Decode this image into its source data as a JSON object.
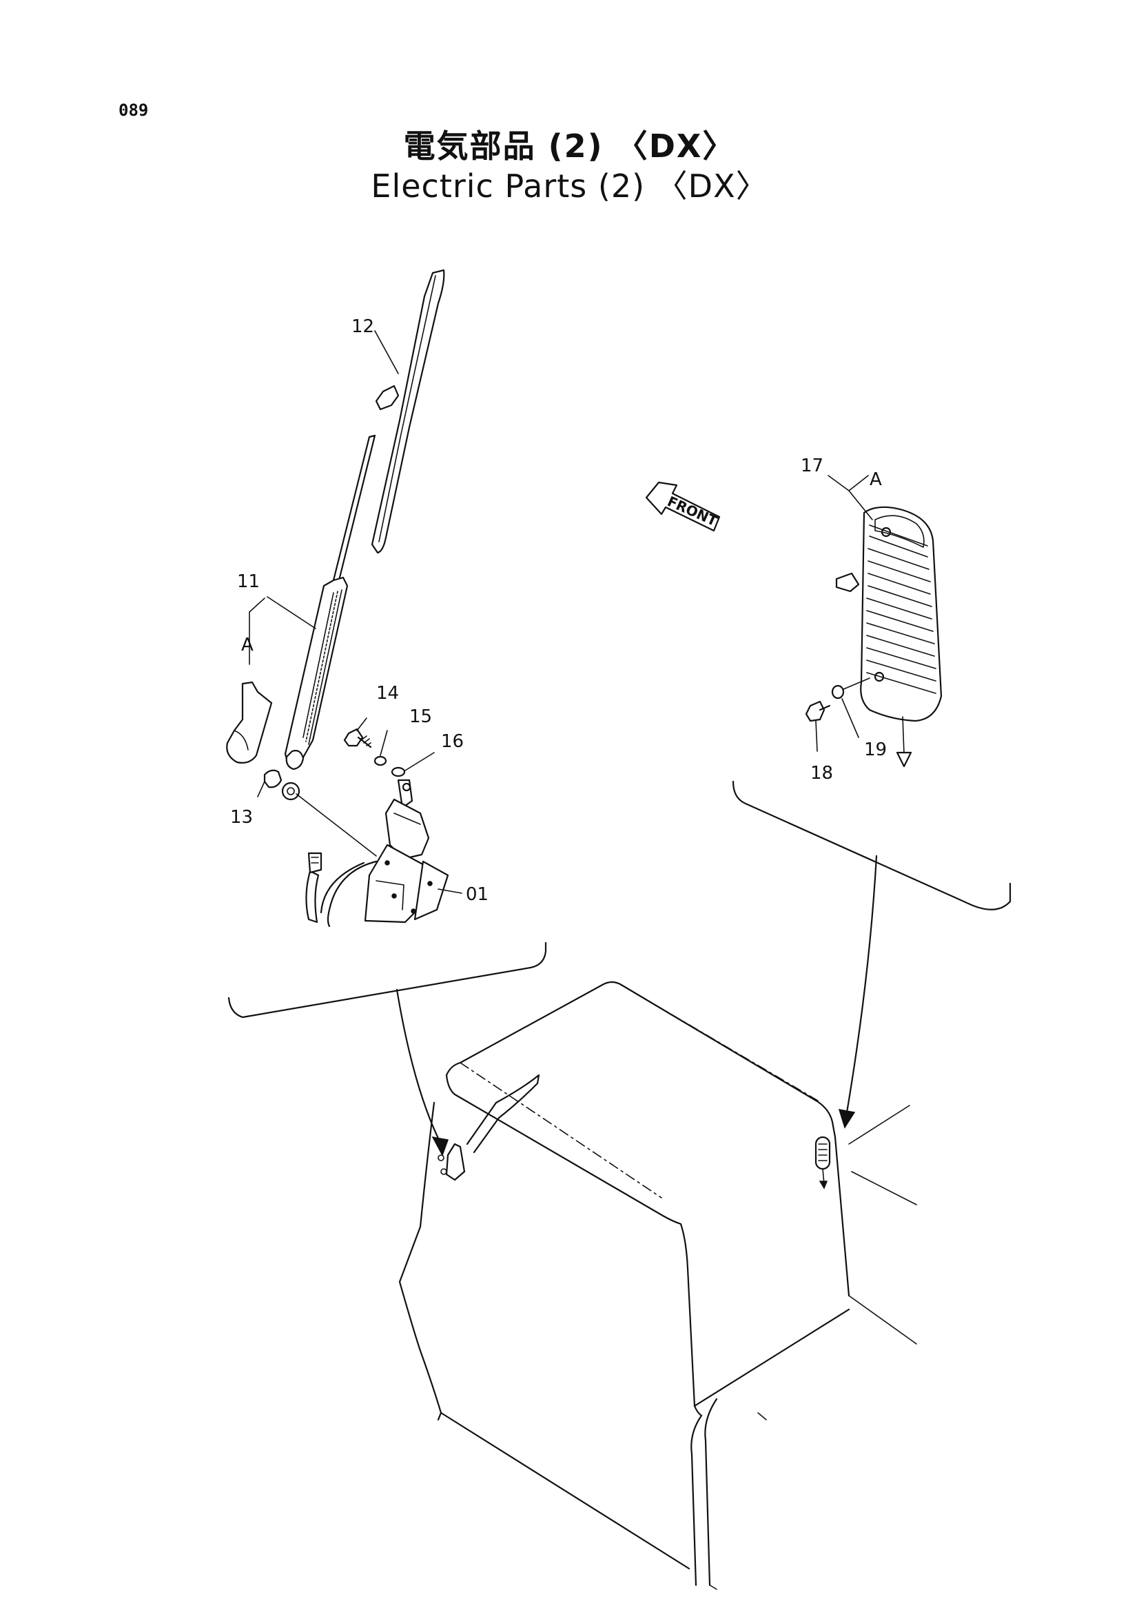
{
  "page": {
    "number": "089",
    "title_ja": "電気部品 (2) 〈DX〉",
    "title_en": "Electric Parts (2) 〈DX〉"
  },
  "diagram": {
    "front_marker": "FRONT",
    "labels": {
      "p01": "01",
      "p11": "11",
      "p12": "12",
      "p13": "13",
      "p14": "14",
      "p15": "15",
      "p16": "16",
      "p17": "17",
      "p18": "18",
      "p19": "19",
      "a_left": "A",
      "a_right": "A"
    }
  }
}
